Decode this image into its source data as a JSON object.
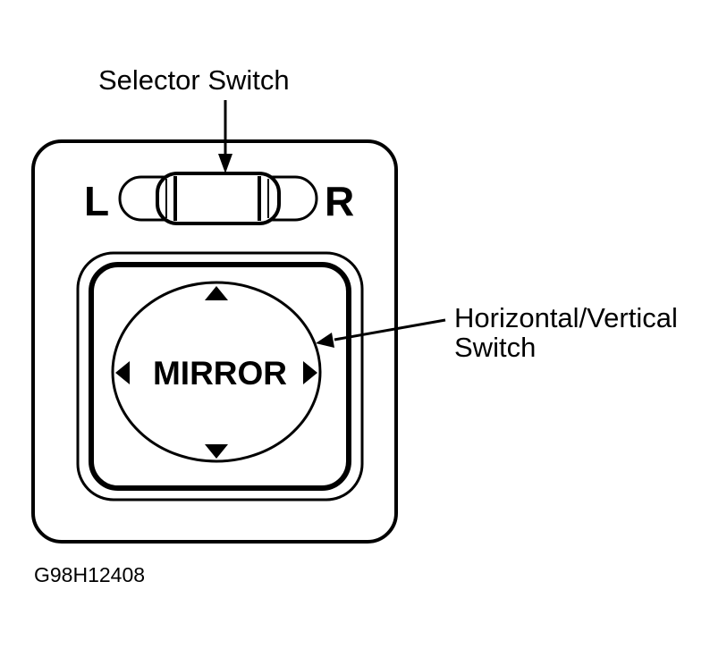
{
  "callouts": {
    "selector_switch": "Selector Switch",
    "hv_switch_line1": "Horizontal/Vertical",
    "hv_switch_line2": "Switch"
  },
  "panel": {
    "left_label": "L",
    "right_label": "R",
    "center_label": "MIRROR"
  },
  "figure_id": "G98H12408",
  "colors": {
    "ink": "#000000",
    "background": "#ffffff"
  }
}
